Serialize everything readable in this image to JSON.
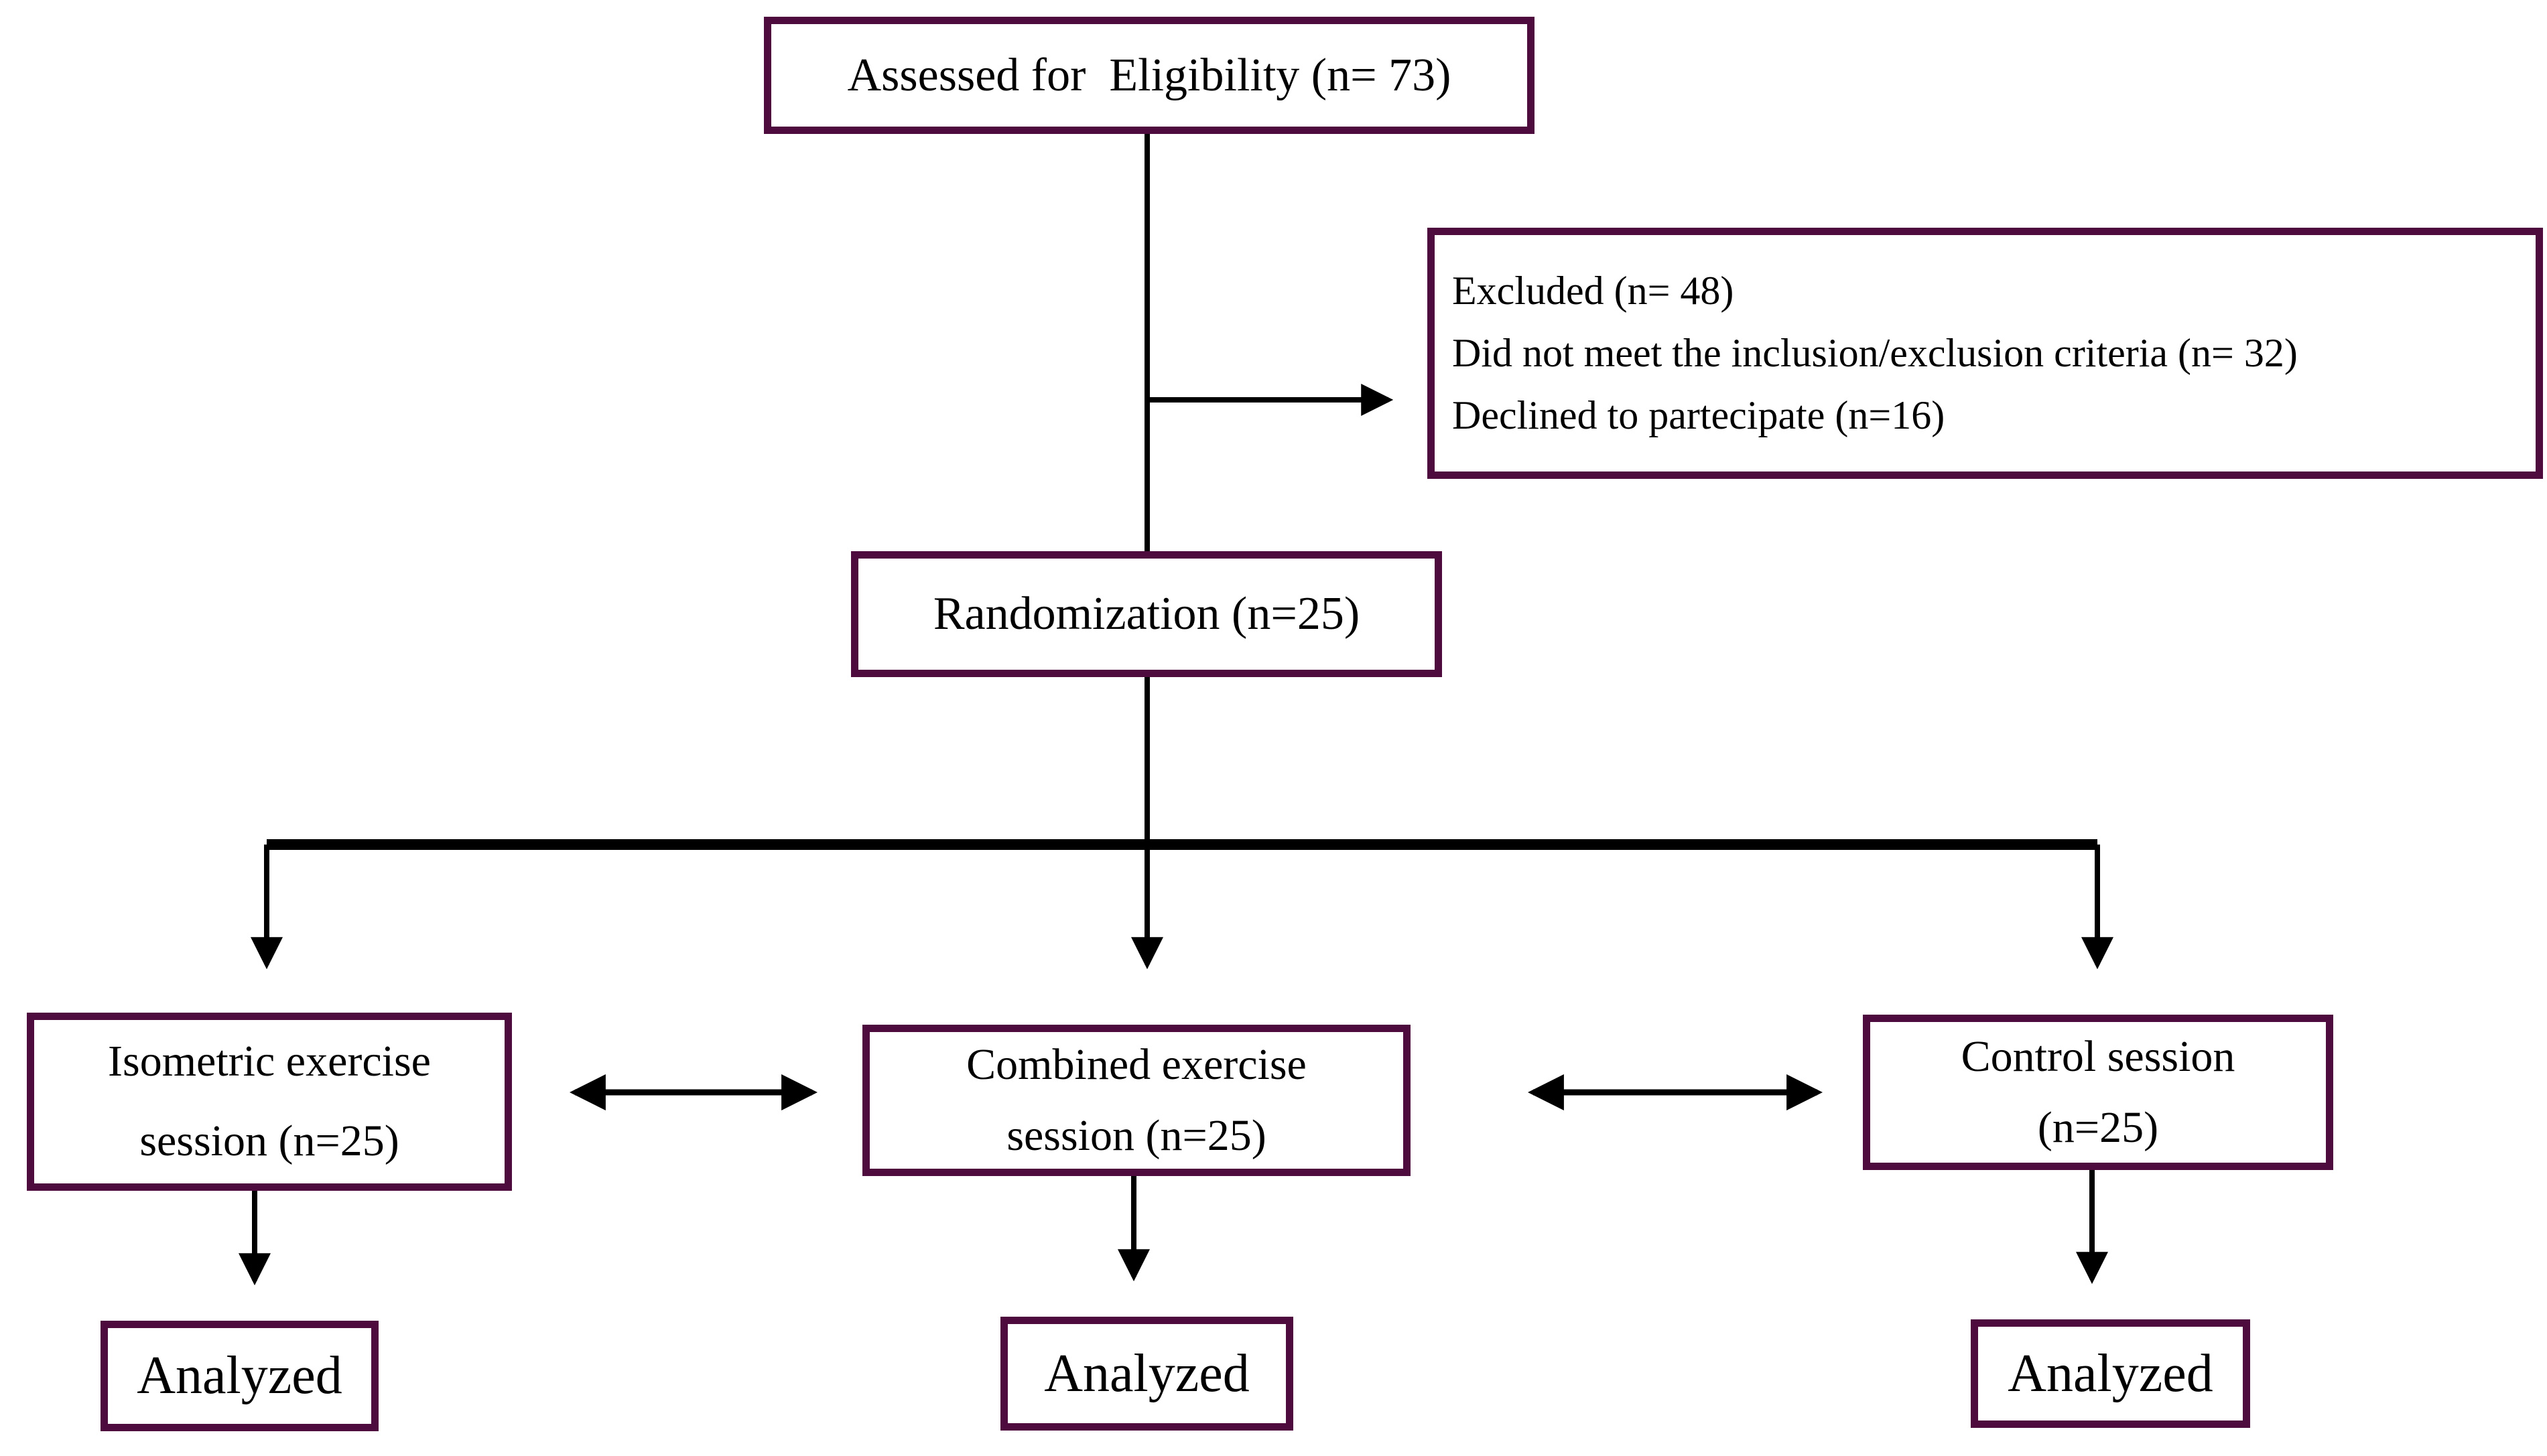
{
  "diagram": {
    "background": "#ffffff",
    "box_border_color": "#4d0b3e",
    "connector_color": "#000000",
    "text_color": "#000000",
    "nodes": {
      "assessed": {
        "label": "Assessed for  Eligibility (n= 73)"
      },
      "excluded": {
        "title": "Excluded (n= 48)",
        "reason1": "Did not meet the inclusion/exclusion criteria (n= 32)",
        "reason2": "Declined to partecipate (n=16)"
      },
      "randomization": {
        "label": "Randomization (n=25)"
      },
      "isometric": {
        "line1": "Isometric exercise",
        "line2": "session (n=25)"
      },
      "combined": {
        "line1": "Combined exercise",
        "line2": "session (n=25)"
      },
      "control": {
        "line1": "Control session",
        "line2": "(n=25)"
      },
      "analyzed_isometric": {
        "label": "Analyzed"
      },
      "analyzed_combined": {
        "label": "Analyzed"
      },
      "analyzed_control": {
        "label": "Analyzed"
      }
    }
  }
}
